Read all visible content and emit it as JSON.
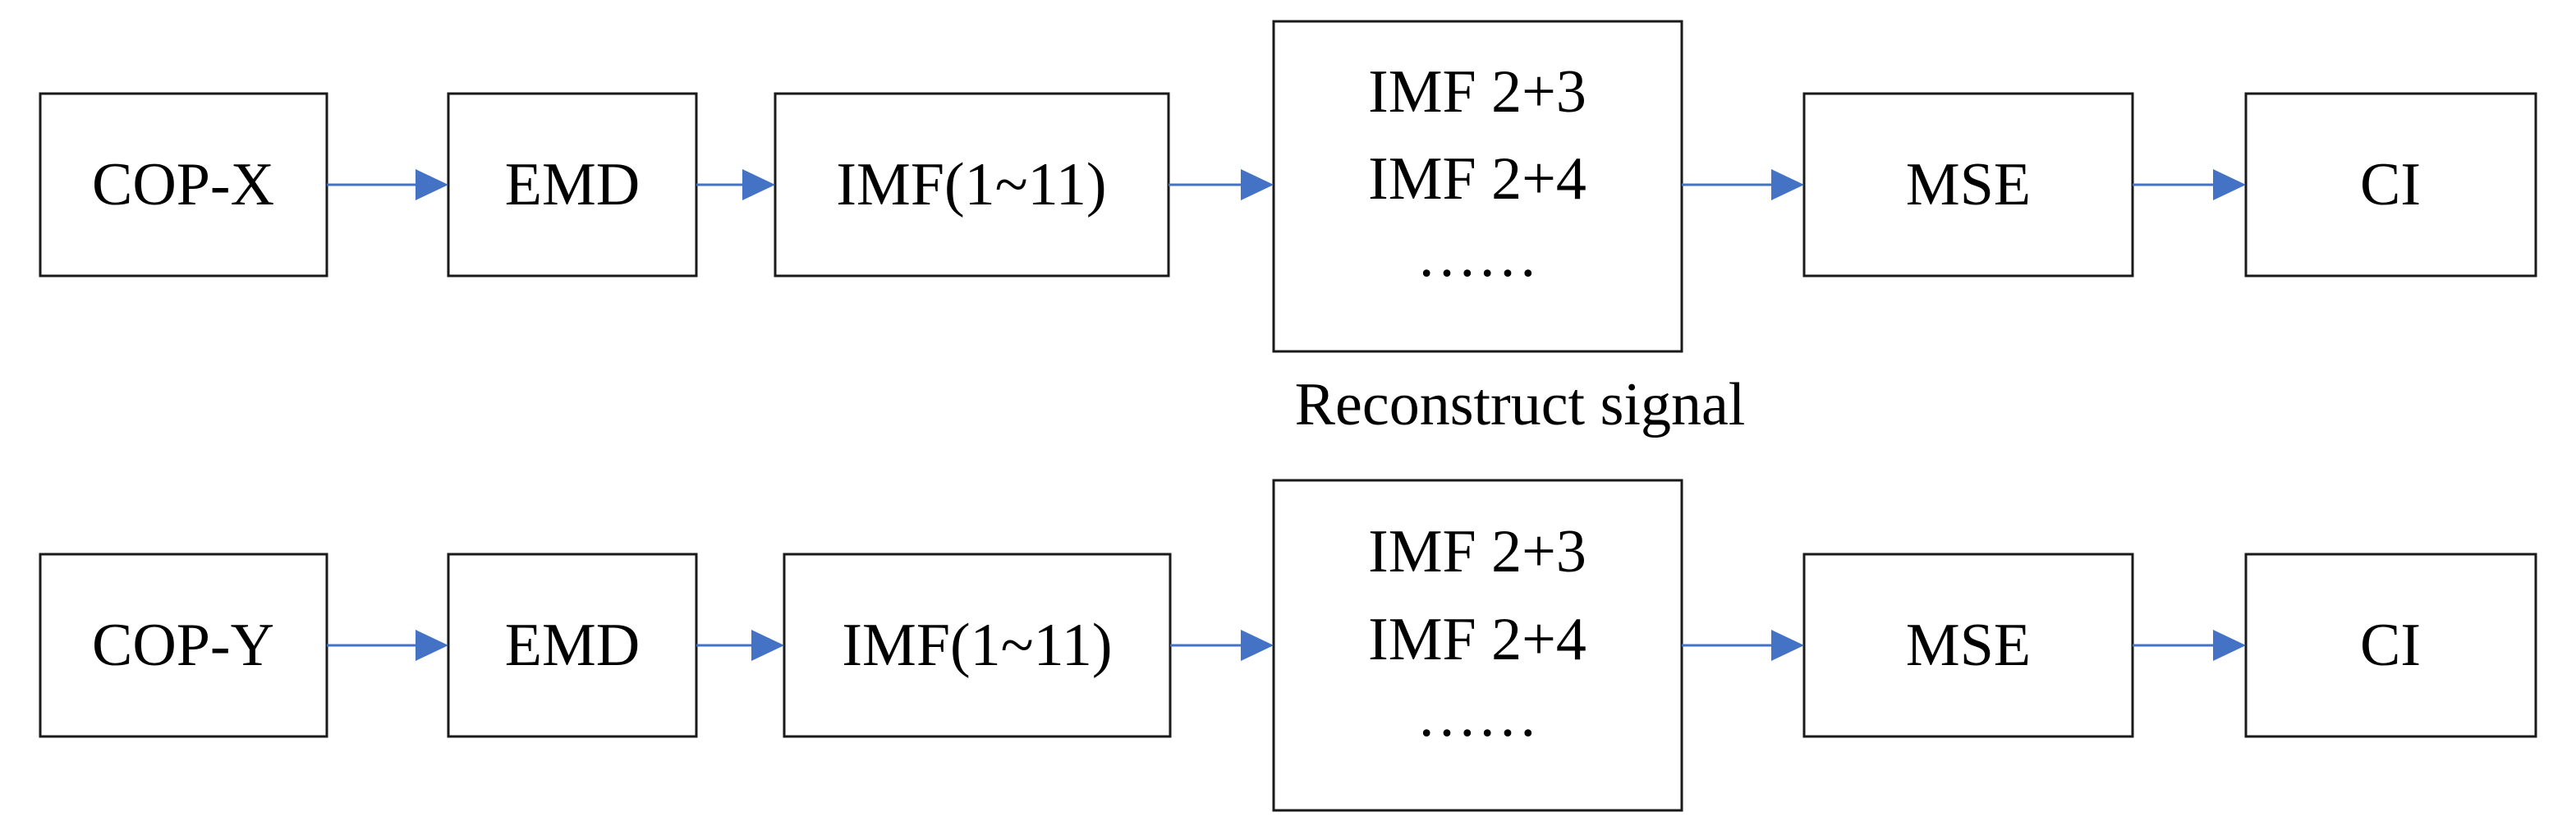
{
  "colors": {
    "arrow": "#4472c4",
    "box_border": "#1a1a1a",
    "text": "#000000",
    "background": "#ffffff"
  },
  "diagram": {
    "rows": [
      {
        "boxes": [
          {
            "id": "cop",
            "lines": [
              "COP-X"
            ]
          },
          {
            "id": "emd",
            "lines": [
              "EMD"
            ]
          },
          {
            "id": "imf-range",
            "lines": [
              "IMF(1~11)"
            ]
          },
          {
            "id": "reconstruct",
            "lines": [
              "IMF 2+3",
              "IMF 2+4",
              "……"
            ]
          },
          {
            "id": "mse",
            "lines": [
              "MSE"
            ]
          },
          {
            "id": "ci",
            "lines": [
              "CI"
            ]
          }
        ]
      },
      {
        "boxes": [
          {
            "id": "cop",
            "lines": [
              "COP-Y"
            ]
          },
          {
            "id": "emd",
            "lines": [
              "EMD"
            ]
          },
          {
            "id": "imf-range",
            "lines": [
              "IMF(1~11)"
            ]
          },
          {
            "id": "reconstruct",
            "lines": [
              "IMF 2+3",
              "IMF 2+4",
              "……"
            ]
          },
          {
            "id": "mse",
            "lines": [
              "MSE"
            ]
          },
          {
            "id": "ci",
            "lines": [
              "CI"
            ]
          }
        ]
      }
    ],
    "caption": "Reconstruct signal"
  }
}
